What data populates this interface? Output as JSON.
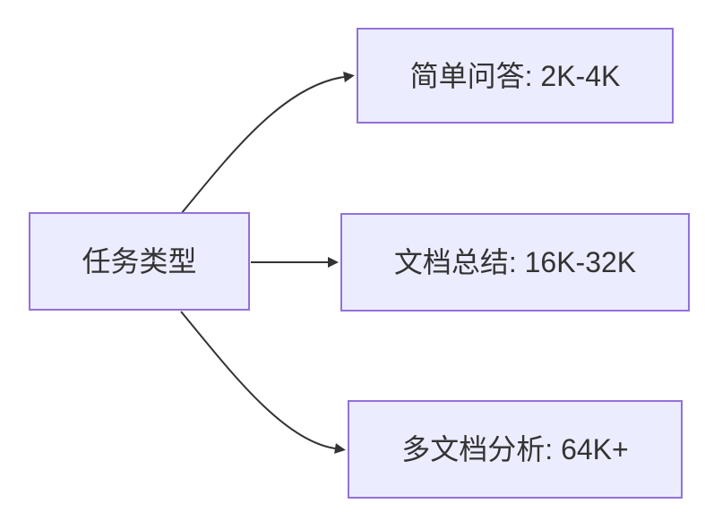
{
  "diagram": {
    "type": "flowchart",
    "direction": "left-to-right",
    "colors": {
      "background": "#ffffff",
      "node_fill": "#ececff",
      "node_border": "#9370db",
      "edge": "#333333",
      "text": "#333333"
    },
    "nodes": [
      {
        "id": "task-type",
        "label": "任务类型"
      },
      {
        "id": "simple-qa",
        "label": "简单问答: 2K-4K"
      },
      {
        "id": "doc-summary",
        "label": "文档总结: 16K-32K"
      },
      {
        "id": "multi-doc-analysis",
        "label": "多文档分析: 64K+"
      }
    ],
    "edges": [
      {
        "from": "任务类型",
        "to": "简单问答: 2K-4K"
      },
      {
        "from": "任务类型",
        "to": "文档总结: 16K-32K"
      },
      {
        "from": "任务类型",
        "to": "多文档分析: 64K+"
      }
    ]
  }
}
